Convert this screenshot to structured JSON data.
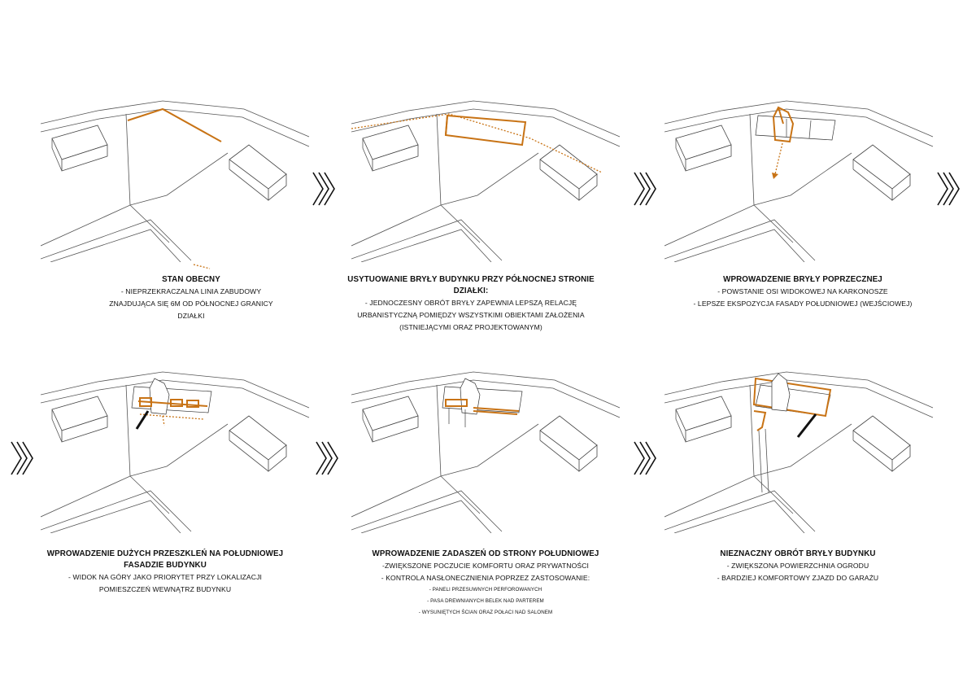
{
  "panels": [
    {
      "title": "STAN OBECNY",
      "lines": [
        "- NIEPRZEKRACZALNA LINIA ZABUDOWY",
        "ZNAJDUJĄCA SIĘ 6m OD PÓŁNOCNEJ GRANICY",
        "DZIAŁKI"
      ]
    },
    {
      "title": "USYTUOWANIE BRYŁY BUDYNKU PRZY PÓŁNOCNEJ STRONIE DZIAŁKI:",
      "lines": [
        "- JEDNOCZESNY OBRÓT BRYŁY ZAPEWNIA LEPSZĄ RELACJĘ",
        "URBANISTYCZNĄ POMIĘDZY WSZYSTKIMI OBIEKTAMI ZAŁOŻENIA",
        "(ISTNIEJĄCYMI ORAZ PROJEKTOWANYM)"
      ]
    },
    {
      "title": "WPROWADZENIE BRYŁY POPRZECZNEJ",
      "lines": [
        "- POWSTANIE OSI WIDOKOWEJ NA KARKONOSZE",
        "- LEPSZE EKSPOZYCJA FASADY POŁUDNIOWEJ (WEJŚCIOWEJ)"
      ]
    },
    {
      "title": "WPROWADZENIE DUŻYCH PRZESZKLEŃ NA POŁUDNIOWEJ FASADZIE BUDYNKU",
      "lines": [
        "- WIDOK NA GÓRY JAKO PRIORYTET PRZY LOKALIZACJI",
        "POMIESZCZEŃ WEWNĄTRZ BUDYNKU"
      ]
    },
    {
      "title": "WPROWADZENIE ZADASZEŃ OD STRONY POŁUDNIOWEJ",
      "lines": [
        "-ZWIĘKSZONE POCZUCIE KOMFORTU ORAZ PRYWATNOŚCI",
        "- KONTROLA NASŁONECZNIENIA POPRZEZ ZASTOSOWANIE:"
      ],
      "small_lines": [
        "- PANELI PRZESUWNYCH PERFOROWANYCH",
        "- PASA DREWNIANYCH BELEK NAD PARTEREM",
        "- WYSUNIĘTYCH ŚCIAN ORAZ POŁACI NAD SALONEM"
      ]
    },
    {
      "title": "NIEZNACZNY OBRÓT BRYŁY BUDYNKU",
      "lines": [
        "- ZWIĘKSZONA POWIERZCHNIA OGRODU",
        "- BARDZIEJ KOMFORTOWY ZJAZD DO GARAŻU"
      ]
    }
  ],
  "colors": {
    "accent": "#c87315",
    "line": "#555555"
  },
  "icons": {
    "arrow": "double-chevron-right-icon"
  }
}
